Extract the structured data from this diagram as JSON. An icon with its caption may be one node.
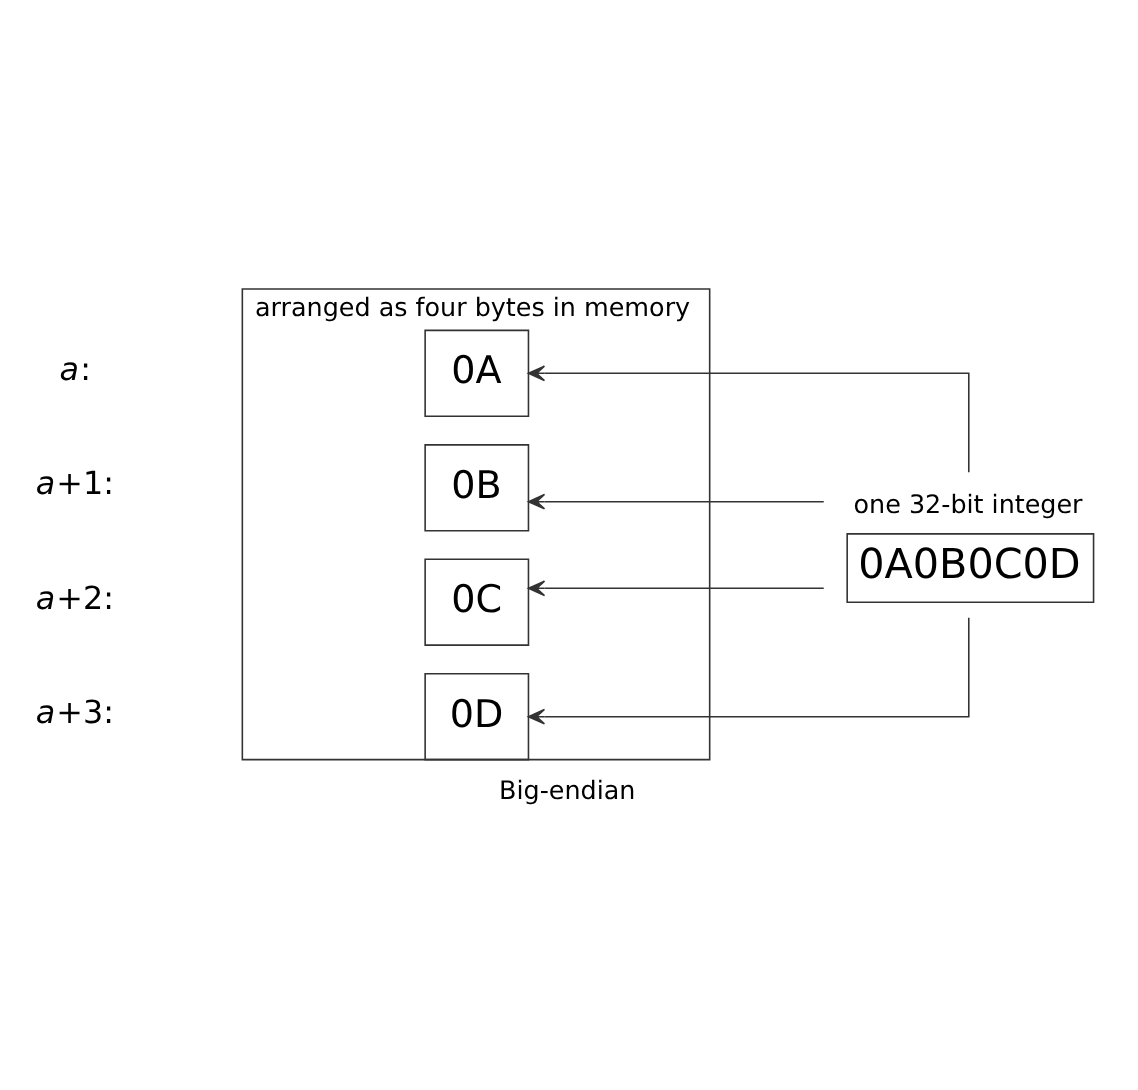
{
  "diagram": {
    "caption": "Big-endian",
    "nodes": [
      {
        "text": [
          "arranged as four bytes in memory"
        ]
      },
      {
        "text": [
          "one 32-bit integer",
          "0A0B0C0D"
        ]
      },
      {
        "text": [
          "0A"
        ],
        "in": 0
      },
      {
        "text": [
          "0B"
        ],
        "in": 0
      },
      {
        "text": [
          "0C"
        ],
        "in": 0
      },
      {
        "text": [
          "0D"
        ],
        "in": 0
      }
    ],
    "edges": [
      {
        "from": 1,
        "to": 2,
        "arrow": "to"
      },
      {
        "from": 1,
        "to": 3,
        "arrow": "to"
      },
      {
        "from": 1,
        "to": 4,
        "arrow": "to"
      },
      {
        "from": 1,
        "to": 5,
        "arrow": "to"
      }
    ],
    "labels": [
      "*a*:",
      "*a*+1:",
      "*a*+2:",
      "*a*+3:"
    ]
  }
}
